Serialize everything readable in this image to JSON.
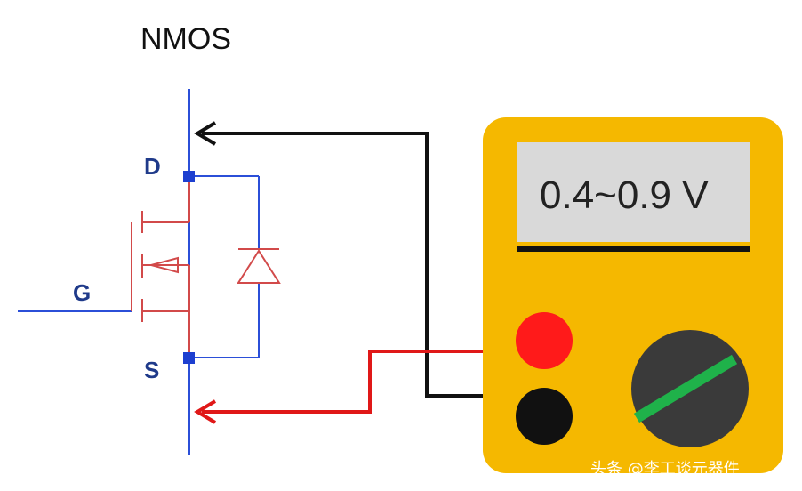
{
  "title": "NMOS",
  "pins": {
    "drain": "D",
    "gate": "G",
    "source": "S"
  },
  "multimeter": {
    "display_reading": "0.4~0.9 V",
    "body_color": "#f5b800",
    "display_color": "#d9d9d9",
    "positive_jack_color": "#ff1a1a",
    "negative_jack_color": "#111111",
    "dial_color": "#3a3a3a",
    "dial_pointer_color": "#1fb24a"
  },
  "colors": {
    "mosfet_body": "#d24a4a",
    "circuit_wire": "#2b4fd8",
    "pin_dot": "#1d3fd0",
    "probe_black": "#111111",
    "probe_red": "#e01818"
  },
  "watermark": "头条 @李工谈元器件"
}
